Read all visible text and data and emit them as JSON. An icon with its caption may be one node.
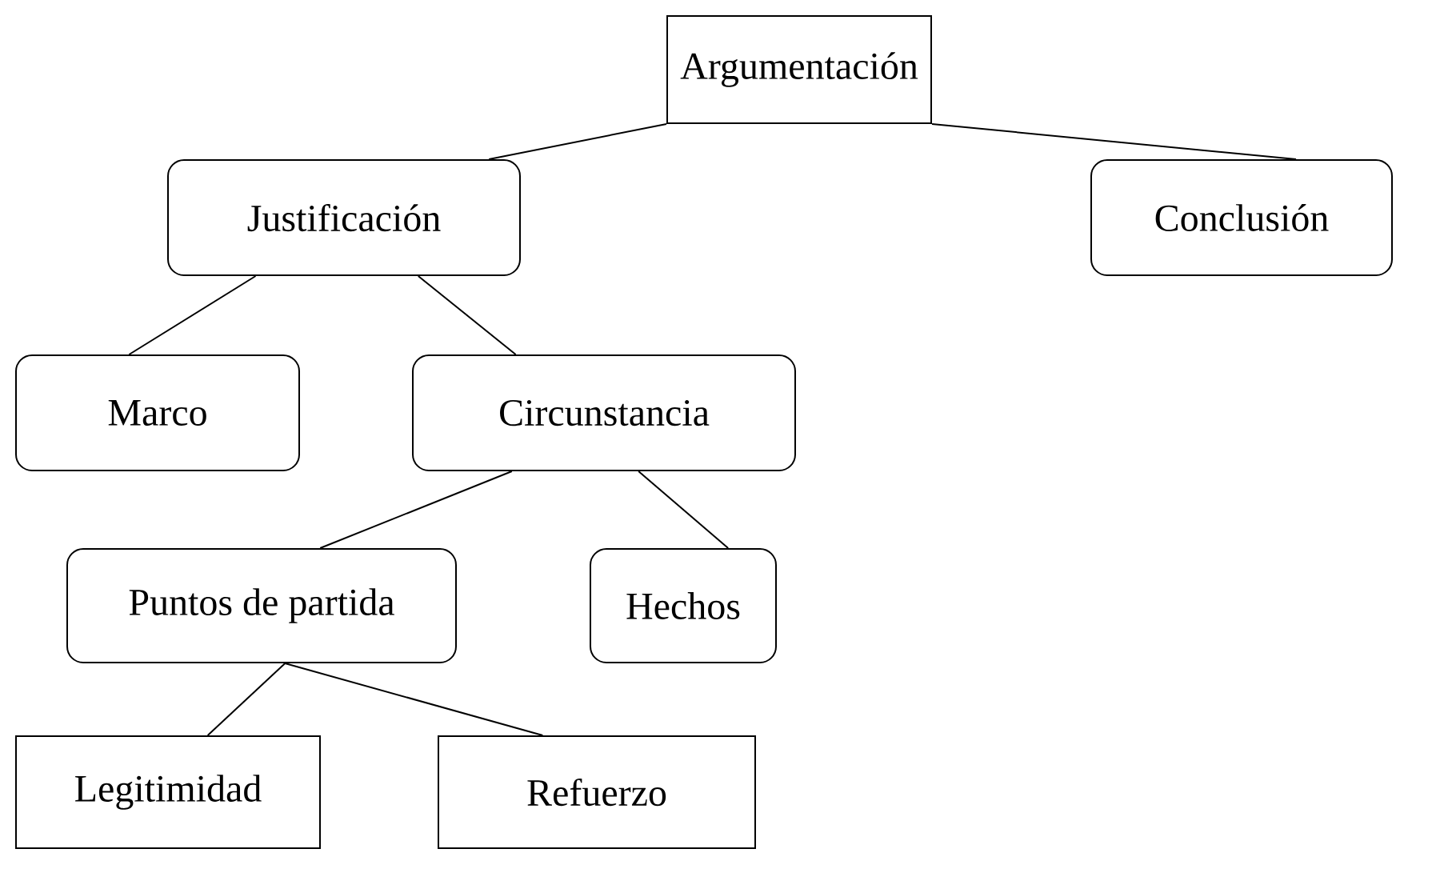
{
  "diagram": {
    "nodes": [
      {
        "text": [
          "Argumentación"
        ]
      },
      {
        "text": [
          "Justificación"
        ]
      },
      {
        "text": [
          "Conclusión"
        ]
      },
      {
        "text": [
          "Marco"
        ]
      },
      {
        "text": [
          "Circunstancia"
        ]
      },
      {
        "text": [
          "Puntos de partida"
        ]
      },
      {
        "text": [
          "Hechos"
        ]
      },
      {
        "text": [
          "Legitimidad"
        ]
      },
      {
        "text": [
          "Refuerzo"
        ]
      }
    ],
    "edges": [
      {
        "from": 0,
        "to": 1,
        "arrow": "none"
      },
      {
        "from": 0,
        "to": 2,
        "arrow": "none"
      },
      {
        "from": 1,
        "to": 3,
        "arrow": "none"
      },
      {
        "from": 1,
        "to": 4,
        "arrow": "none"
      },
      {
        "from": 4,
        "to": 5,
        "arrow": "none"
      },
      {
        "from": 4,
        "to": 6,
        "arrow": "none"
      },
      {
        "from": 5,
        "to": 7,
        "arrow": "none"
      },
      {
        "from": 5,
        "to": 8,
        "arrow": "none"
      }
    ]
  }
}
